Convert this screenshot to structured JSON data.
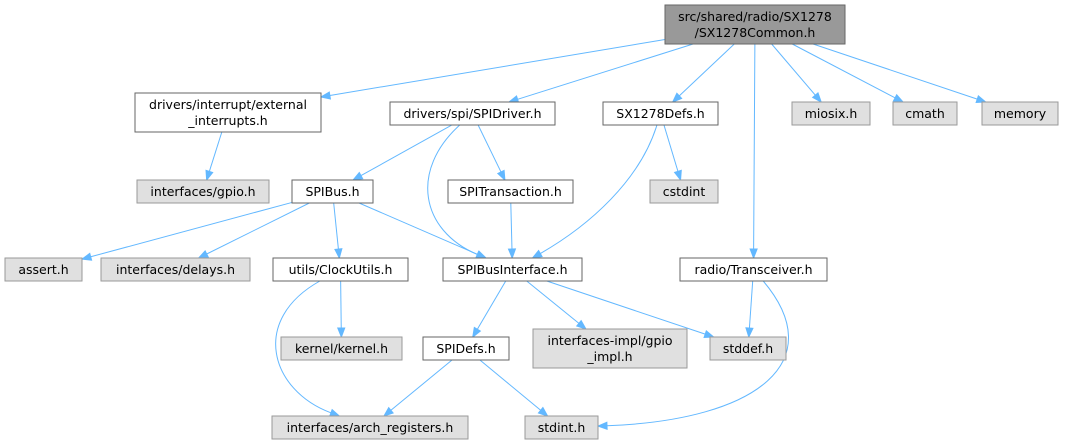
{
  "colors": {
    "root_fill": "#999999",
    "root_stroke": "#666666",
    "local_fill": "#ffffff",
    "local_stroke": "#666666",
    "external_fill": "#e0e0e0",
    "external_stroke": "#999999",
    "edge": "#63b8ff"
  },
  "nodes": [
    {
      "id": "root",
      "kind": "root",
      "lines": [
        "src/shared/radio/SX1278",
        "/SX1278Common.h"
      ]
    },
    {
      "id": "ext_int",
      "kind": "local",
      "lines": [
        "drivers/interrupt/external",
        "_interrupts.h"
      ]
    },
    {
      "id": "spidriver",
      "kind": "local",
      "lines": [
        "drivers/spi/SPIDriver.h"
      ]
    },
    {
      "id": "sx1278defs",
      "kind": "local",
      "lines": [
        "SX1278Defs.h"
      ]
    },
    {
      "id": "miosix",
      "kind": "external",
      "lines": [
        "miosix.h"
      ]
    },
    {
      "id": "cmath",
      "kind": "external",
      "lines": [
        "cmath"
      ]
    },
    {
      "id": "memory",
      "kind": "external",
      "lines": [
        "memory"
      ]
    },
    {
      "id": "gpio",
      "kind": "external",
      "lines": [
        "interfaces/gpio.h"
      ]
    },
    {
      "id": "spibus",
      "kind": "local",
      "lines": [
        "SPIBus.h"
      ]
    },
    {
      "id": "spitransaction",
      "kind": "local",
      "lines": [
        "SPITransaction.h"
      ]
    },
    {
      "id": "cstdint",
      "kind": "external",
      "lines": [
        "cstdint"
      ]
    },
    {
      "id": "assert",
      "kind": "external",
      "lines": [
        "assert.h"
      ]
    },
    {
      "id": "delays",
      "kind": "external",
      "lines": [
        "interfaces/delays.h"
      ]
    },
    {
      "id": "clockutils",
      "kind": "local",
      "lines": [
        "utils/ClockUtils.h"
      ]
    },
    {
      "id": "spibusinterface",
      "kind": "local",
      "lines": [
        "SPIBusInterface.h"
      ]
    },
    {
      "id": "transceiver",
      "kind": "local",
      "lines": [
        "radio/Transceiver.h"
      ]
    },
    {
      "id": "kernel",
      "kind": "external",
      "lines": [
        "kernel/kernel.h"
      ]
    },
    {
      "id": "spidefs",
      "kind": "local",
      "lines": [
        "SPIDefs.h"
      ]
    },
    {
      "id": "gpioimpl",
      "kind": "external",
      "lines": [
        "interfaces-impl/gpio",
        "_impl.h"
      ]
    },
    {
      "id": "stddef",
      "kind": "external",
      "lines": [
        "stddef.h"
      ]
    },
    {
      "id": "archregs",
      "kind": "external",
      "lines": [
        "interfaces/arch_registers.h"
      ]
    },
    {
      "id": "stdint",
      "kind": "external",
      "lines": [
        "stdint.h"
      ]
    }
  ],
  "edges": [
    [
      "root",
      "ext_int"
    ],
    [
      "root",
      "spidriver"
    ],
    [
      "root",
      "sx1278defs"
    ],
    [
      "root",
      "miosix"
    ],
    [
      "root",
      "cmath"
    ],
    [
      "root",
      "memory"
    ],
    [
      "root",
      "transceiver"
    ],
    [
      "ext_int",
      "gpio"
    ],
    [
      "spidriver",
      "spibus"
    ],
    [
      "spidriver",
      "spitransaction"
    ],
    [
      "spidriver",
      "spibusinterface"
    ],
    [
      "sx1278defs",
      "cstdint"
    ],
    [
      "sx1278defs",
      "spibusinterface"
    ],
    [
      "spibus",
      "assert"
    ],
    [
      "spibus",
      "delays"
    ],
    [
      "spibus",
      "clockutils"
    ],
    [
      "spibus",
      "spibusinterface"
    ],
    [
      "spitransaction",
      "spibusinterface"
    ],
    [
      "clockutils",
      "kernel"
    ],
    [
      "clockutils",
      "archregs"
    ],
    [
      "spibusinterface",
      "spidefs"
    ],
    [
      "spibusinterface",
      "gpioimpl"
    ],
    [
      "spibusinterface",
      "stddef"
    ],
    [
      "spidefs",
      "archregs"
    ],
    [
      "spidefs",
      "stdint"
    ],
    [
      "transceiver",
      "stddef"
    ],
    [
      "transceiver",
      "stdint"
    ]
  ]
}
